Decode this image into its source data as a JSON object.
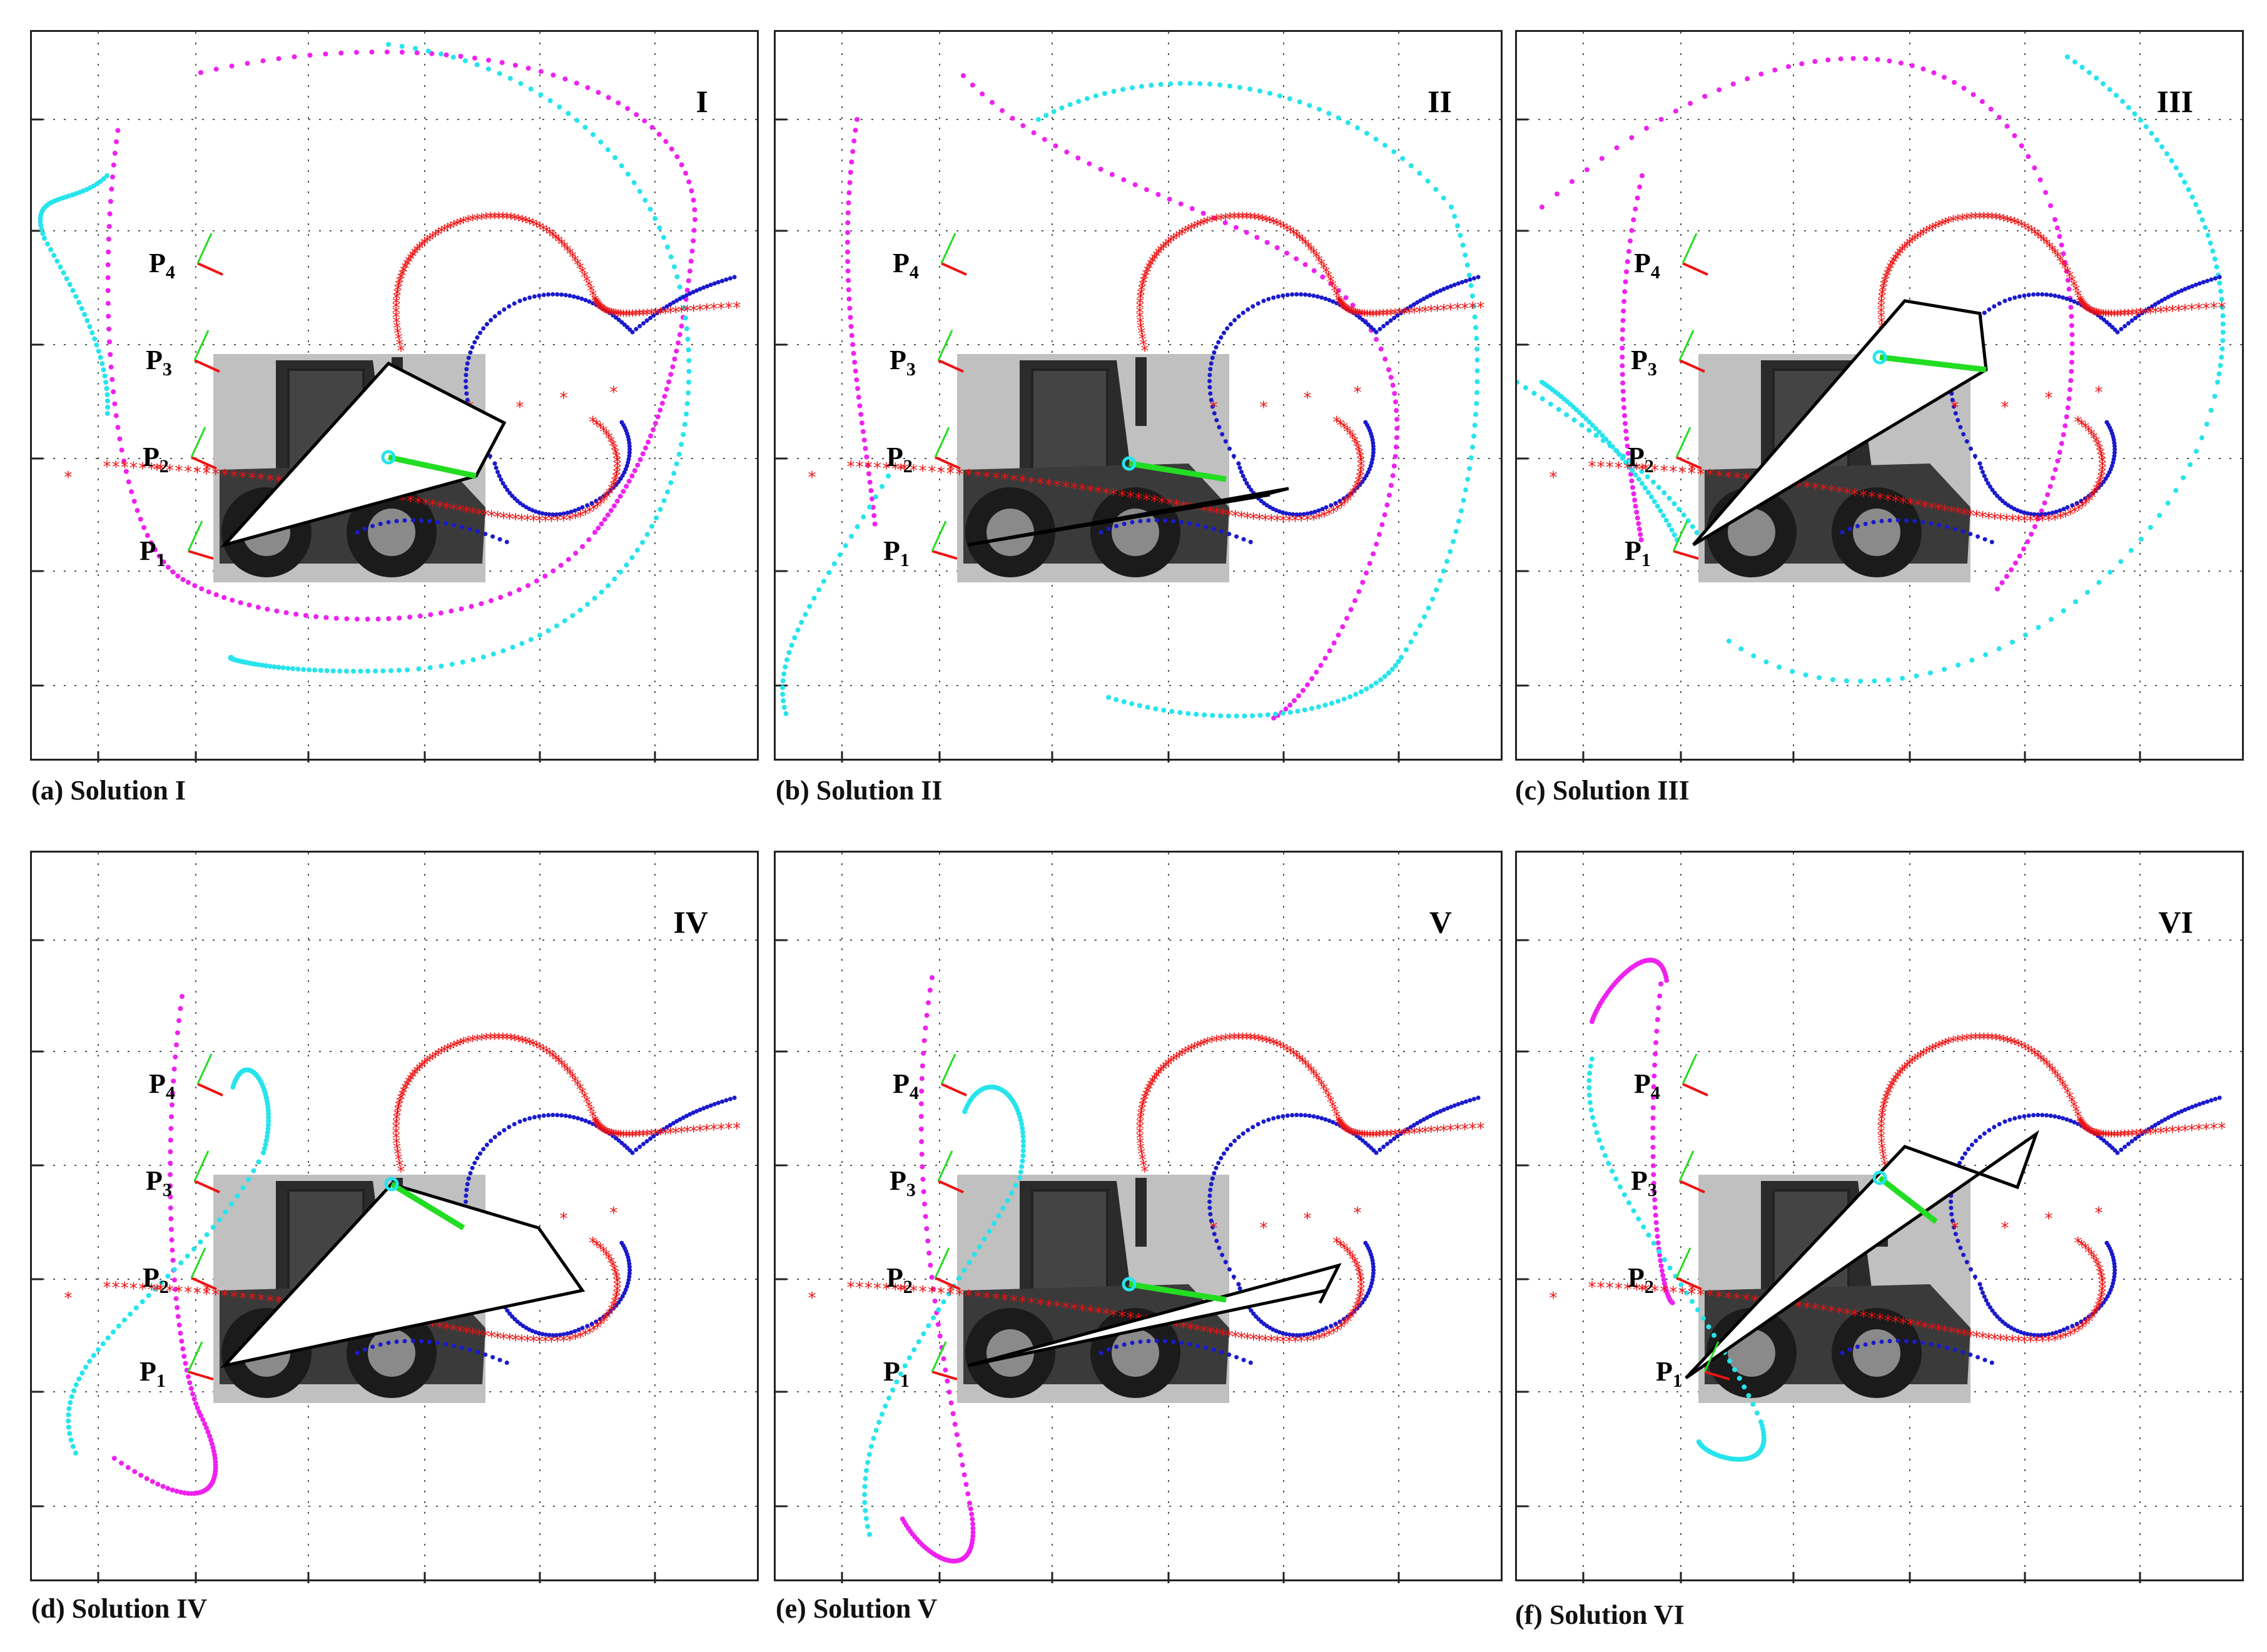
{
  "panels": [
    {
      "roman": "I",
      "caption": "(a) Solution I"
    },
    {
      "roman": "II",
      "caption": "(b) Solution II"
    },
    {
      "roman": "III",
      "caption": "(c) Solution III"
    },
    {
      "roman": "IV",
      "caption": "(d) Solution IV"
    },
    {
      "roman": "V",
      "caption": "(e) Solution V"
    },
    {
      "roman": "VI",
      "caption": "(f) Solution VI"
    }
  ],
  "point_labels": [
    "P1",
    "P2",
    "P3",
    "P4"
  ],
  "colors": {
    "cyan_path": "#27e4ec",
    "magenta_path": "#ee22ee",
    "red_path": "#ee1111",
    "blue_path": "#1a1acc",
    "link_green": "#22dd22",
    "link_black": "#000000",
    "vehicle_body": "#3a3a3a",
    "vehicle_bg": "#c0c0c0"
  }
}
